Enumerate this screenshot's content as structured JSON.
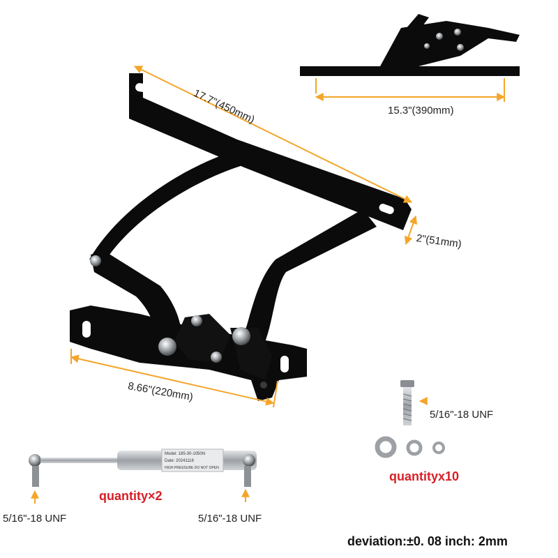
{
  "colors": {
    "dimension": "#f4a52a",
    "part": "#0b0b0b",
    "steel": "#a9adb1",
    "accent_text": "#d81f26"
  },
  "dimensions": {
    "top_length": "17.7\"(450mm)",
    "side_view_length": "15.3\"(390mm)",
    "arm_width": "2\"(51mm)",
    "base_length": "8.66\"(220mm)"
  },
  "bolt": {
    "thread_label": "5/16\"-18 UNF",
    "quantity": "quantityx10"
  },
  "gas_strut": {
    "quantity": "quantity×2",
    "left_thread_label": "5/16\"-18 UNF",
    "right_thread_label": "5/16\"-18 UNF",
    "cylinder_label_model": "Model: 185-30-1050N",
    "cylinder_label_date": "Date: 20241118",
    "cylinder_label_warning": "HIGH PRESSURE DO NOT OPEN"
  },
  "deviation_note": "deviation:±0. 08 inch: 2mm"
}
